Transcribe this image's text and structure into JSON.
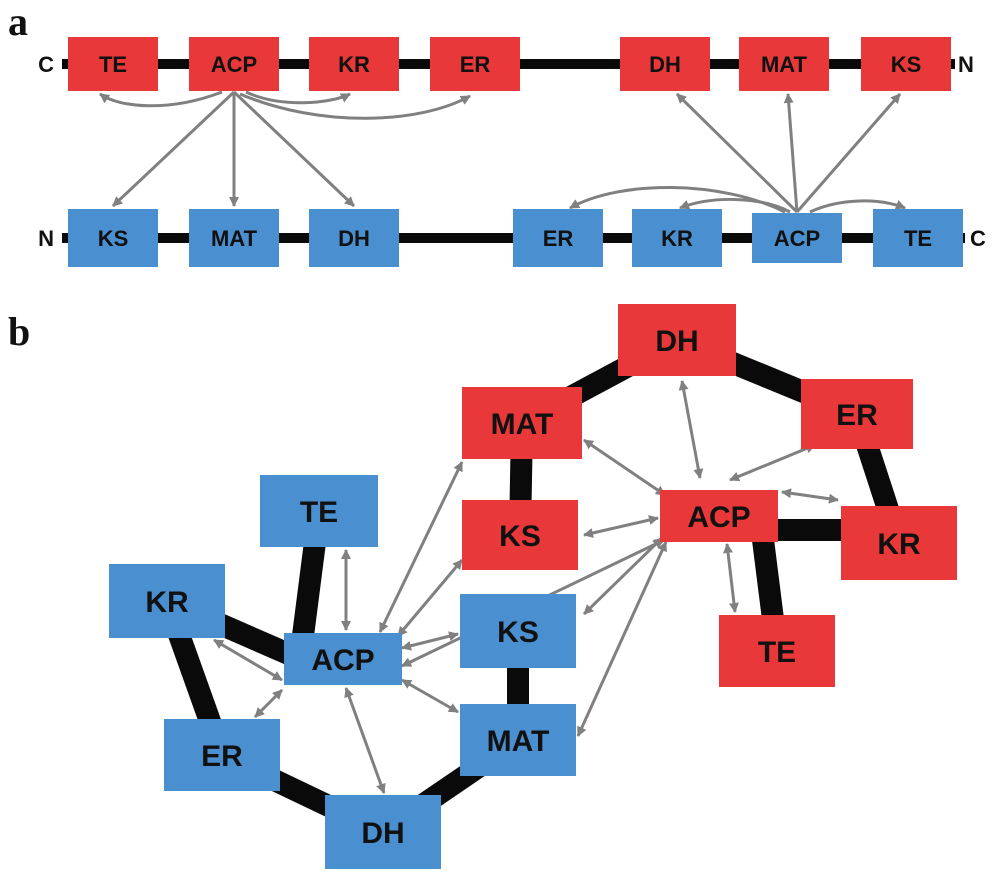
{
  "panels": {
    "a": "a",
    "b": "b"
  },
  "colors": {
    "red_module": "#e8383a",
    "blue_module": "#4a8fcf",
    "backbone": "#0a0a0a",
    "arrow": "#808080",
    "label_text": "#111111"
  },
  "panel_a": {
    "red_chain": {
      "left_terminal": "C",
      "right_terminal": "N",
      "domains": [
        "TE",
        "ACP",
        "KR",
        "ER",
        "DH",
        "MAT",
        "KS"
      ]
    },
    "blue_chain": {
      "left_terminal": "N",
      "right_terminal": "C",
      "domains": [
        "KS",
        "MAT",
        "DH",
        "ER",
        "KR",
        "ACP",
        "TE"
      ]
    }
  },
  "panel_b": {
    "red_domains": [
      "DH",
      "ER",
      "MAT",
      "ACP",
      "KS",
      "KR",
      "TE"
    ],
    "blue_domains": [
      "TE",
      "KR",
      "ACP",
      "KS",
      "ER",
      "MAT",
      "DH"
    ]
  }
}
